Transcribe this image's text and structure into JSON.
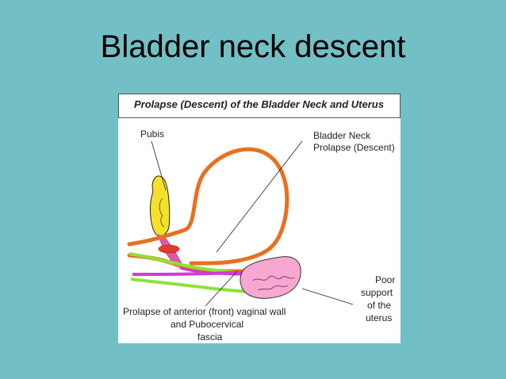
{
  "slide": {
    "title": "Bladder neck descent"
  },
  "figure": {
    "heading": "Prolapse (Descent) of the Bladder Neck and Uterus",
    "labels": {
      "pubis": "Pubis",
      "bladder_neck_line1": "Bladder Neck",
      "bladder_neck_line2": "Prolapse (Descent)",
      "poor_support_line1": "Poor",
      "poor_support_line2": "support",
      "poor_support_line3": "of the",
      "poor_support_line4": "uterus",
      "vaginal_wall_line1": "Prolapse of anterior (front) vaginal wall",
      "vaginal_wall_line2": "and Pubocervical",
      "vaginal_wall_line3": "fascia"
    },
    "colors": {
      "background": "#72bfc5",
      "bladder": "#e8701e",
      "pubis": "#f5e02a",
      "ligament": "#e255a6",
      "vaginal_wall": "#8ee23a",
      "fascia": "#d43ad4",
      "uterus": "#f6a8d0",
      "red_tissue": "#e23c2a"
    }
  }
}
